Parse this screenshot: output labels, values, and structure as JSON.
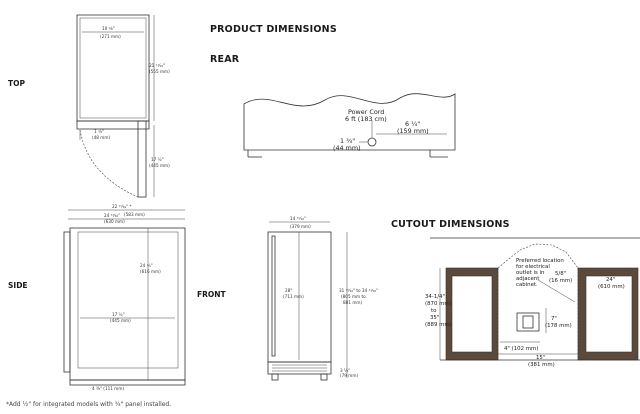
{
  "headings": {
    "product_dimensions": "PRODUCT DIMENSIONS",
    "rear": "REAR",
    "top": "TOP",
    "side": "SIDE",
    "front": "FRONT",
    "cutout_dimensions": "CUTOUT DIMENSIONS"
  },
  "top_view": {
    "inner_width": "10 ⁵⁄₈\"",
    "inner_width_mm": "(271 mm)",
    "depth": "21 ¹¹⁄₁₆\"",
    "depth_mm": "(555 mm)",
    "door_offset": "1 ⁷⁄₈\"",
    "door_offset_mm": "(48 mm)",
    "door_swing": "17 ½\"",
    "door_swing_mm": "(445 mm)"
  },
  "side_view": {
    "overall_depth": "22 ¹⁵⁄₁₆\" *",
    "overall_depth_mm": "(583 mm)",
    "body_depth": "24 ¹³⁄₁₆\"",
    "body_depth_mm": "(630 mm)",
    "height": "24 ¹⁄₄\"",
    "height_mm": "(616 mm)",
    "inner": "17 ½\"",
    "inner_mm": "(445 mm)",
    "toe": "4 ⅜\" (111 mm)"
  },
  "front_view": {
    "width": "14 ¹⁵⁄₁₆\"",
    "width_mm": "(379 mm)",
    "inner_height": "28\"",
    "inner_height_mm": "(711 mm)",
    "height_range": "31 ¹⁵⁄₁₆\" to 34 ¹¹⁄₁₆\"",
    "height_range_mm": "(805 mm to",
    "height_range_mm2": "881 mm)",
    "foot": "3 ⅛\"",
    "foot_mm": "(79 mm)"
  },
  "rear_view": {
    "cord": "Power Cord",
    "cord_len": "6 ft (183 cm)",
    "cord_offset": "6 ¼\"",
    "cord_offset_mm": "(159 mm)",
    "cord_height": "1 ¾\"",
    "cord_height_mm": "(44 mm)"
  },
  "cutout": {
    "outlet_note_1": "Preferred location",
    "outlet_note_2": "for electrical",
    "outlet_note_3": "outlet is in",
    "outlet_note_4": "adjacent",
    "outlet_note_5": "cabinet.",
    "height_1": "34-1/4\"",
    "height_2": "(870 mm)",
    "height_3": "to",
    "height_4": "35\"",
    "height_5": "(889 mm)",
    "top_gap": "5/8\"",
    "top_gap_mm": "(16 mm)",
    "depth": "24\"",
    "depth_mm": "(610 mm)",
    "outlet_h": "7\"",
    "outlet_h_mm": "(178 mm)",
    "outlet_w": "4\" (102 mm)",
    "width": "15\"",
    "width_mm": "(381 mm)"
  },
  "footnote": "*Add ½\" for integrated models with ¾\" panel installed."
}
